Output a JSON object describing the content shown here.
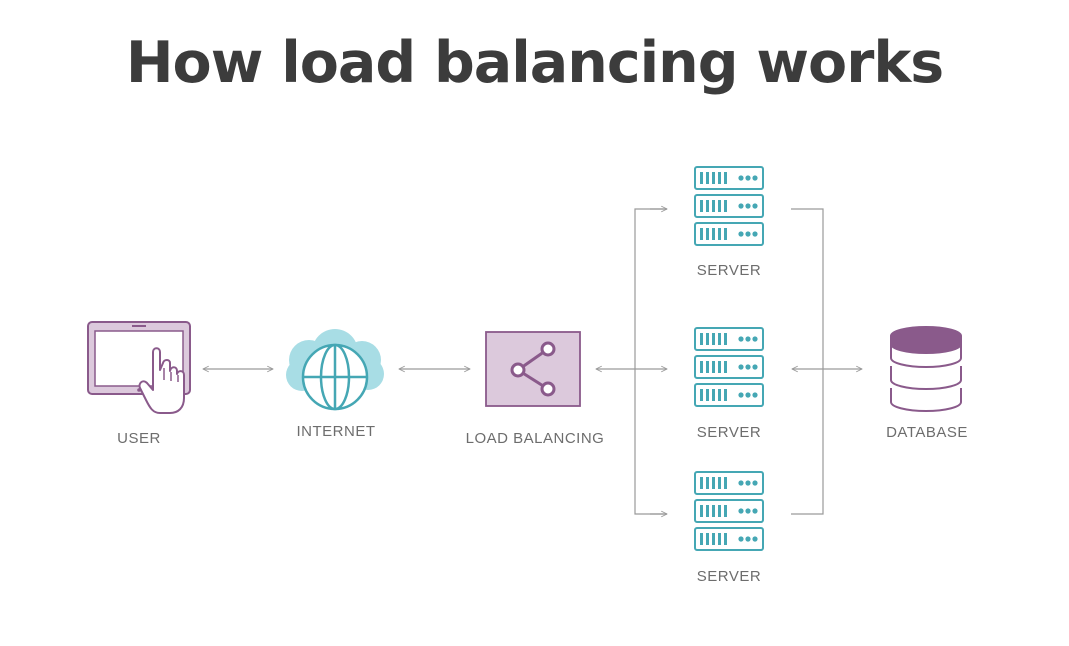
{
  "title": "How load balancing works",
  "colors": {
    "purple": "#8a5a8b",
    "purple_fill": "#dcc9dc",
    "teal": "#45a7b4",
    "cloud": "#a8dde5",
    "connector": "#9a9a9a",
    "label": "#6d6d6d",
    "title": "#3c3c3c"
  },
  "nodes": {
    "user": {
      "label": "USER",
      "icon": "tablet-touch-icon"
    },
    "internet": {
      "label": "INTERNET",
      "icon": "cloud-globe-icon"
    },
    "load_balancer": {
      "label": "LOAD BALANCING",
      "icon": "share-icon"
    },
    "servers": [
      {
        "label": "SERVER",
        "icon": "server-rack-icon"
      },
      {
        "label": "SERVER",
        "icon": "server-rack-icon"
      },
      {
        "label": "SERVER",
        "icon": "server-rack-icon"
      }
    ],
    "database": {
      "label": "DATABASE",
      "icon": "database-icon"
    }
  }
}
